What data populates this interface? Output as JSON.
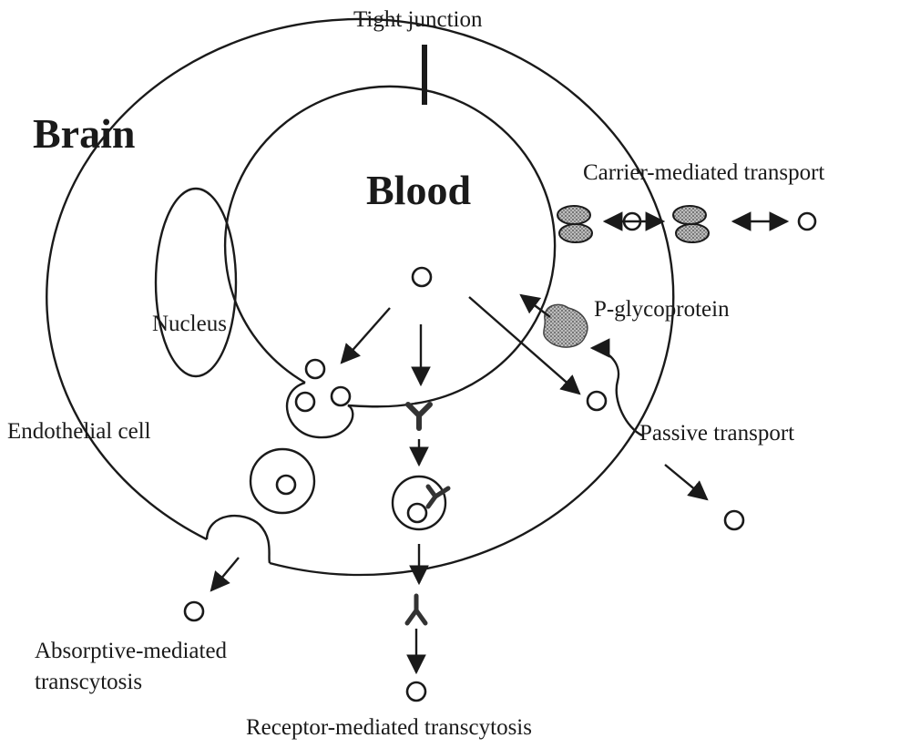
{
  "labels": {
    "tight_junction": "Tight junction",
    "brain": "Brain",
    "blood": "Blood",
    "carrier_mediated": "Carrier-mediated  transport",
    "nucleus": "Nucleus",
    "p_glycoprotein": "P-glycoprotein",
    "endothelial_cell": "Endothelial cell",
    "passive_transport": "Passive transport",
    "absorptive_mediated": "Absorptive-mediated\ntranscytosis",
    "receptor_mediated": "Receptor-mediated transcytosis"
  },
  "colors": {
    "line": "#1a1a1a",
    "background": "#ffffff",
    "protein_fill": "#9a9a9a"
  }
}
